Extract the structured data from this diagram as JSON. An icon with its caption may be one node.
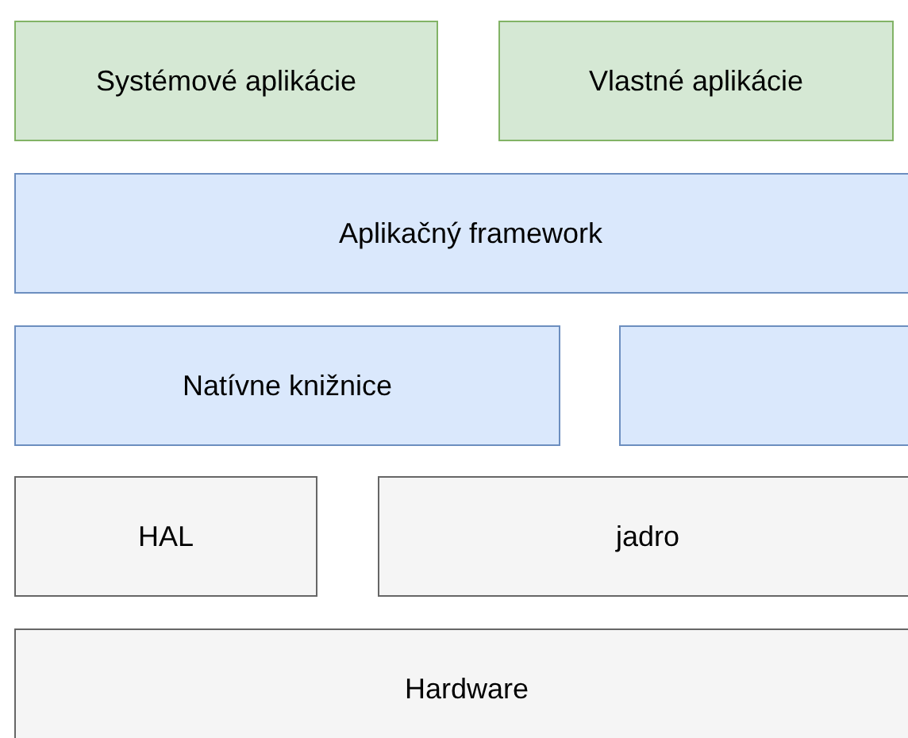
{
  "diagram": {
    "nodes": [
      {
        "text": [
          "Systémové aplikácie"
        ]
      },
      {
        "text": [
          "Vlastné aplikácie"
        ]
      },
      {
        "text": [
          "Aplikačný framework"
        ]
      },
      {
        "text": [
          "Natívne knižnice"
        ]
      },
      {
        "text": [],
        "shape": "box"
      },
      {
        "text": [
          "HAL"
        ]
      },
      {
        "text": [
          "jadro"
        ]
      },
      {
        "text": [
          "Hardware"
        ]
      }
    ]
  }
}
